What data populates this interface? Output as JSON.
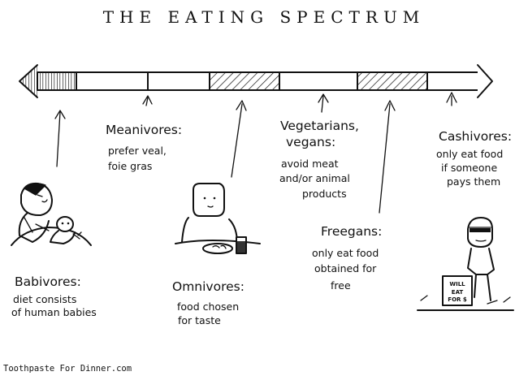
{
  "title": "THE EATING SPECTRUM",
  "categories": [
    {
      "id": "babivores",
      "name": "Babivores:",
      "desc": [
        "diet consists",
        "of human babies"
      ]
    },
    {
      "id": "meanivores",
      "name": "Meanivores:",
      "desc": [
        "prefer veal,",
        "foie gras"
      ]
    },
    {
      "id": "omnivores",
      "name": "Omnivores:",
      "desc": [
        "food chosen",
        "for taste"
      ]
    },
    {
      "id": "vegetarians",
      "name": [
        "Vegetarians,",
        "vegans:"
      ],
      "desc": [
        "avoid meat",
        "and/or animal",
        "products"
      ]
    },
    {
      "id": "freegans",
      "name": "Freegans:",
      "desc": [
        "only eat food",
        "obtained for",
        "free"
      ]
    },
    {
      "id": "cashivores",
      "name": "Cashivores:",
      "desc": [
        "only eat food",
        "if someone",
        "pays them"
      ]
    }
  ],
  "sign_text": [
    "WILL",
    "EAT",
    "FOR $"
  ],
  "credit": "Toothpaste For Dinner.com"
}
